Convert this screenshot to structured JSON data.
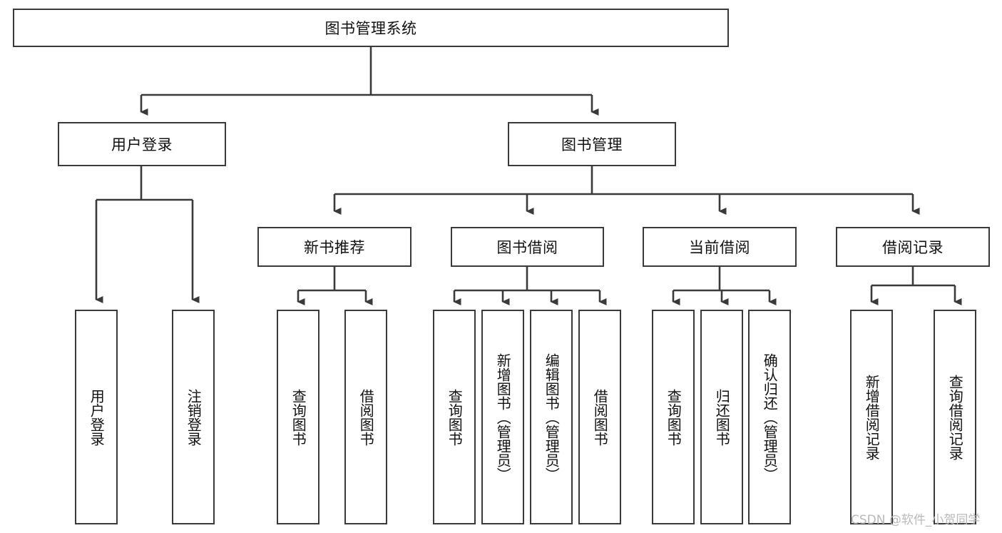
{
  "diagram": {
    "title": "图书管理系统",
    "type": "tree",
    "orientation": "top-down",
    "colors": {
      "node_stroke": "#3a3a3a",
      "node_fill": "#ffffff",
      "edge_stroke": "#3a3a3a",
      "text": "#111111",
      "watermark": "#b9b9b9",
      "background": "#ffffff"
    },
    "nodes": {
      "root": {
        "label": "图书管理系统",
        "level": 0,
        "text_orientation": "horizontal"
      },
      "user_login": {
        "label": "用户登录",
        "level": 1,
        "text_orientation": "horizontal"
      },
      "book_manage": {
        "label": "图书管理",
        "level": 1,
        "text_orientation": "horizontal"
      },
      "new_book_rec": {
        "label": "新书推荐",
        "level": 2,
        "text_orientation": "horizontal"
      },
      "book_borrow": {
        "label": "图书借阅",
        "level": 2,
        "text_orientation": "horizontal"
      },
      "current_borrow": {
        "label": "当前借阅",
        "level": 2,
        "text_orientation": "horizontal"
      },
      "borrow_record": {
        "label": "借阅记录",
        "level": 2,
        "text_orientation": "horizontal"
      },
      "leaf_user_login": {
        "label": "用户登录",
        "level": 2,
        "text_orientation": "vertical"
      },
      "leaf_logout": {
        "label": "注销登录",
        "level": 2,
        "text_orientation": "vertical"
      },
      "leaf_rec_query": {
        "label": "查询图书",
        "level": 3,
        "text_orientation": "vertical"
      },
      "leaf_rec_borrow": {
        "label": "借阅图书",
        "level": 3,
        "text_orientation": "vertical"
      },
      "leaf_bb_query": {
        "label": "查询图书",
        "level": 3,
        "text_orientation": "vertical"
      },
      "leaf_bb_add": {
        "label": "新增图书（管理员）",
        "level": 3,
        "text_orientation": "vertical"
      },
      "leaf_bb_edit": {
        "label": "编辑图书（管理员）",
        "level": 3,
        "text_orientation": "vertical"
      },
      "leaf_bb_borrow": {
        "label": "借阅图书",
        "level": 3,
        "text_orientation": "vertical"
      },
      "leaf_cb_query": {
        "label": "查询图书",
        "level": 3,
        "text_orientation": "vertical"
      },
      "leaf_cb_return": {
        "label": "归还图书",
        "level": 3,
        "text_orientation": "vertical"
      },
      "leaf_cb_confirm": {
        "label": "确认归还（管理员）",
        "level": 3,
        "text_orientation": "vertical"
      },
      "leaf_br_add": {
        "label": "新增借阅记录",
        "level": 3,
        "text_orientation": "vertical"
      },
      "leaf_br_query": {
        "label": "查询借阅记录",
        "level": 3,
        "text_orientation": "vertical"
      }
    },
    "edges": [
      {
        "from": "root",
        "to": "user_login"
      },
      {
        "from": "root",
        "to": "book_manage"
      },
      {
        "from": "user_login",
        "to": "leaf_user_login"
      },
      {
        "from": "user_login",
        "to": "leaf_logout"
      },
      {
        "from": "book_manage",
        "to": "new_book_rec"
      },
      {
        "from": "book_manage",
        "to": "book_borrow"
      },
      {
        "from": "book_manage",
        "to": "current_borrow"
      },
      {
        "from": "book_manage",
        "to": "borrow_record"
      },
      {
        "from": "new_book_rec",
        "to": "leaf_rec_query"
      },
      {
        "from": "new_book_rec",
        "to": "leaf_rec_borrow"
      },
      {
        "from": "book_borrow",
        "to": "leaf_bb_query"
      },
      {
        "from": "book_borrow",
        "to": "leaf_bb_add"
      },
      {
        "from": "book_borrow",
        "to": "leaf_bb_edit"
      },
      {
        "from": "book_borrow",
        "to": "leaf_bb_borrow"
      },
      {
        "from": "current_borrow",
        "to": "leaf_cb_query"
      },
      {
        "from": "current_borrow",
        "to": "leaf_cb_return"
      },
      {
        "from": "current_borrow",
        "to": "leaf_cb_confirm"
      },
      {
        "from": "borrow_record",
        "to": "leaf_br_add"
      },
      {
        "from": "borrow_record",
        "to": "leaf_br_query"
      }
    ]
  },
  "watermark": {
    "text": "CSDN @软件_小贺同学"
  }
}
